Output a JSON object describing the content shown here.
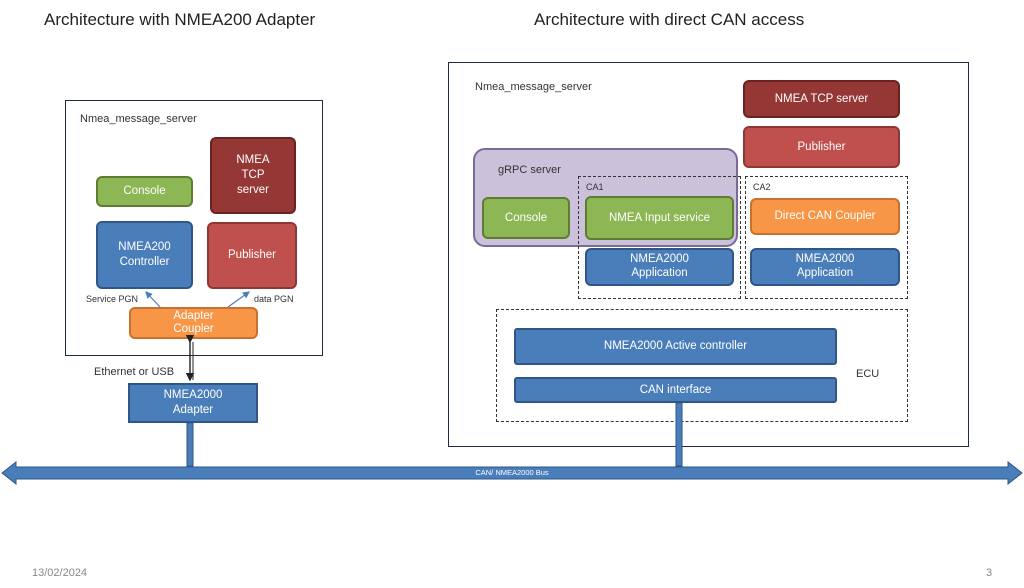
{
  "left_title": "Architecture with NMEA200 Adapter",
  "right_title": "Architecture with direct CAN access",
  "left": {
    "server_label": "Nmea_message_server",
    "console": "Console",
    "tcp_server": "NMEA\nTCP\nserver",
    "controller": "NMEA200\nController",
    "publisher": "Publisher",
    "service_pgn": "Service PGN",
    "data_pgn": "data PGN",
    "adapter_coupler": "Adapter\nCoupler",
    "link": "Ethernet or USB",
    "adapter": "NMEA2000\nAdapter"
  },
  "right": {
    "server_label": "Nmea_message_server",
    "tcp_server": "NMEA TCP server",
    "publisher": "Publisher",
    "grpc_label": "gRPC server",
    "console": "Console",
    "ca1": "CA1",
    "input_service": "NMEA Input service",
    "app1": "NMEA2000\nApplication",
    "ca2": "CA2",
    "can_coupler": "Direct CAN Coupler",
    "app2": "NMEA2000\nApplication",
    "active_controller": "NMEA2000 Active controller",
    "can_interface": "CAN interface",
    "ecu": "ECU"
  },
  "bus_label": "CAN/ NMEA2000 Bus",
  "footer_date": "13/02/2024",
  "page_number": "3",
  "colors": {
    "green": "#8db655",
    "blue": "#4a7ebb",
    "red": "#c0504d",
    "dark_red": "#953735",
    "orange": "#f79646",
    "purple": "#ccc1da",
    "bus": "#4a7ebb"
  }
}
